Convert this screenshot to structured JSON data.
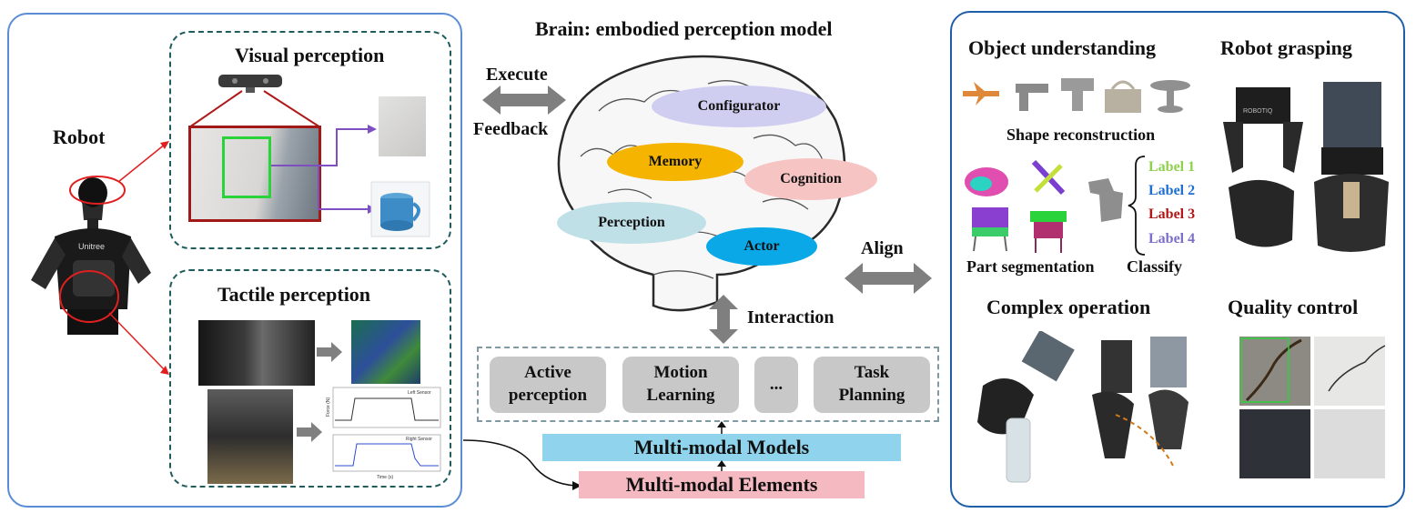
{
  "left": {
    "robot_label": "Robot",
    "visual_title": "Visual perception",
    "tactile_title": "Tactile perception",
    "sensor_chart": {
      "top_legend": "Left Sensor",
      "bottom_legend": "Right Sensor",
      "x_label": "Time (s)",
      "y_label": "Force (N)"
    },
    "robot_brand": "Unitree"
  },
  "center": {
    "title": "Brain: embodied perception model",
    "execute": "Execute",
    "feedback": "Feedback",
    "align": "Align",
    "interaction": "Interaction",
    "modules": {
      "configurator": "Configurator",
      "memory": "Memory",
      "cognition": "Cognition",
      "perception": "Perception",
      "actor": "Actor"
    },
    "tasks": [
      {
        "line1": "Active",
        "line2": "perception"
      },
      {
        "line1": "Motion",
        "line2": "Learning"
      },
      {
        "line1": "..."
      },
      {
        "line1": "Task",
        "line2": "Planning"
      }
    ],
    "models": "Multi-modal Models",
    "elements": "Multi-modal Elements",
    "colors": {
      "configurator": "#cfcdf0",
      "memory": "#f4b400",
      "cognition": "#f7c4c4",
      "perception": "#bfe0e6",
      "actor": "#0aa8e6",
      "models_bar": "#8fd4ec",
      "elements_bar": "#f4b9c1"
    }
  },
  "right": {
    "object_title": "Object understanding",
    "grasp_title": "Robot grasping",
    "shape_reconstruction": "Shape reconstruction",
    "part_segmentation": "Part segmentation",
    "classify": "Classify",
    "labels": [
      {
        "text": "Label 1",
        "color": "#8fd14f"
      },
      {
        "text": "Label 2",
        "color": "#1f6fd1"
      },
      {
        "text": "Label 3",
        "color": "#b01818"
      },
      {
        "text": "Label 4",
        "color": "#7b6fc8"
      }
    ],
    "complex_title": "Complex operation",
    "quality_title": "Quality control",
    "gripper_brand": "ROBOTIQ"
  }
}
